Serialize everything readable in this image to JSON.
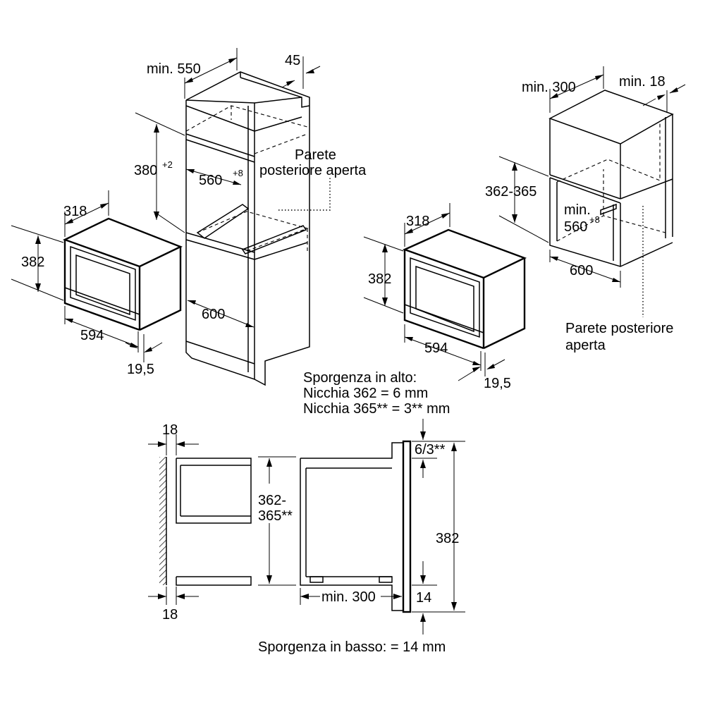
{
  "colors": {
    "line": "#000000",
    "background": "#ffffff"
  },
  "labels": {
    "tall_cabinet": {
      "depth": "min. 550",
      "rear_gap": "45",
      "niche_height": "380",
      "niche_height_tol": "+2",
      "niche_width": "560",
      "niche_width_tol": "+8",
      "cabinet_depth": "600",
      "rear_wall_line1": "Parete",
      "rear_wall_line2": "posteriore aperta"
    },
    "appliance_left": {
      "depth": "318",
      "height": "382",
      "width": "594",
      "front": "19,5"
    },
    "appliance_right": {
      "depth": "318",
      "height": "382",
      "width": "594",
      "front": "19,5"
    },
    "wall_cabinet": {
      "depth": "min. 300",
      "rear_gap": "min. 18",
      "niche_height": "362-365",
      "niche_width_min": "min.",
      "niche_width": "560",
      "niche_width_tol": "+8",
      "cabinet_depth": "600",
      "rear_wall_line1": "Parete posteriore",
      "rear_wall_line2": "aperta"
    },
    "protrusion_top": {
      "line1": "Sporgenza in alto:",
      "line2": "Nicchia 362 = 6 mm",
      "line3": "Nicchia 365** = 3** mm"
    },
    "section": {
      "gap_top": "18",
      "gap_bottom": "18",
      "niche_height_line1": "362-",
      "niche_height_line2": "365**",
      "depth": "min. 300",
      "top_offset": "6/3**",
      "height": "382",
      "bottom_offset": "14"
    },
    "protrusion_bottom": "Sporgenza in basso: = 14 mm"
  }
}
